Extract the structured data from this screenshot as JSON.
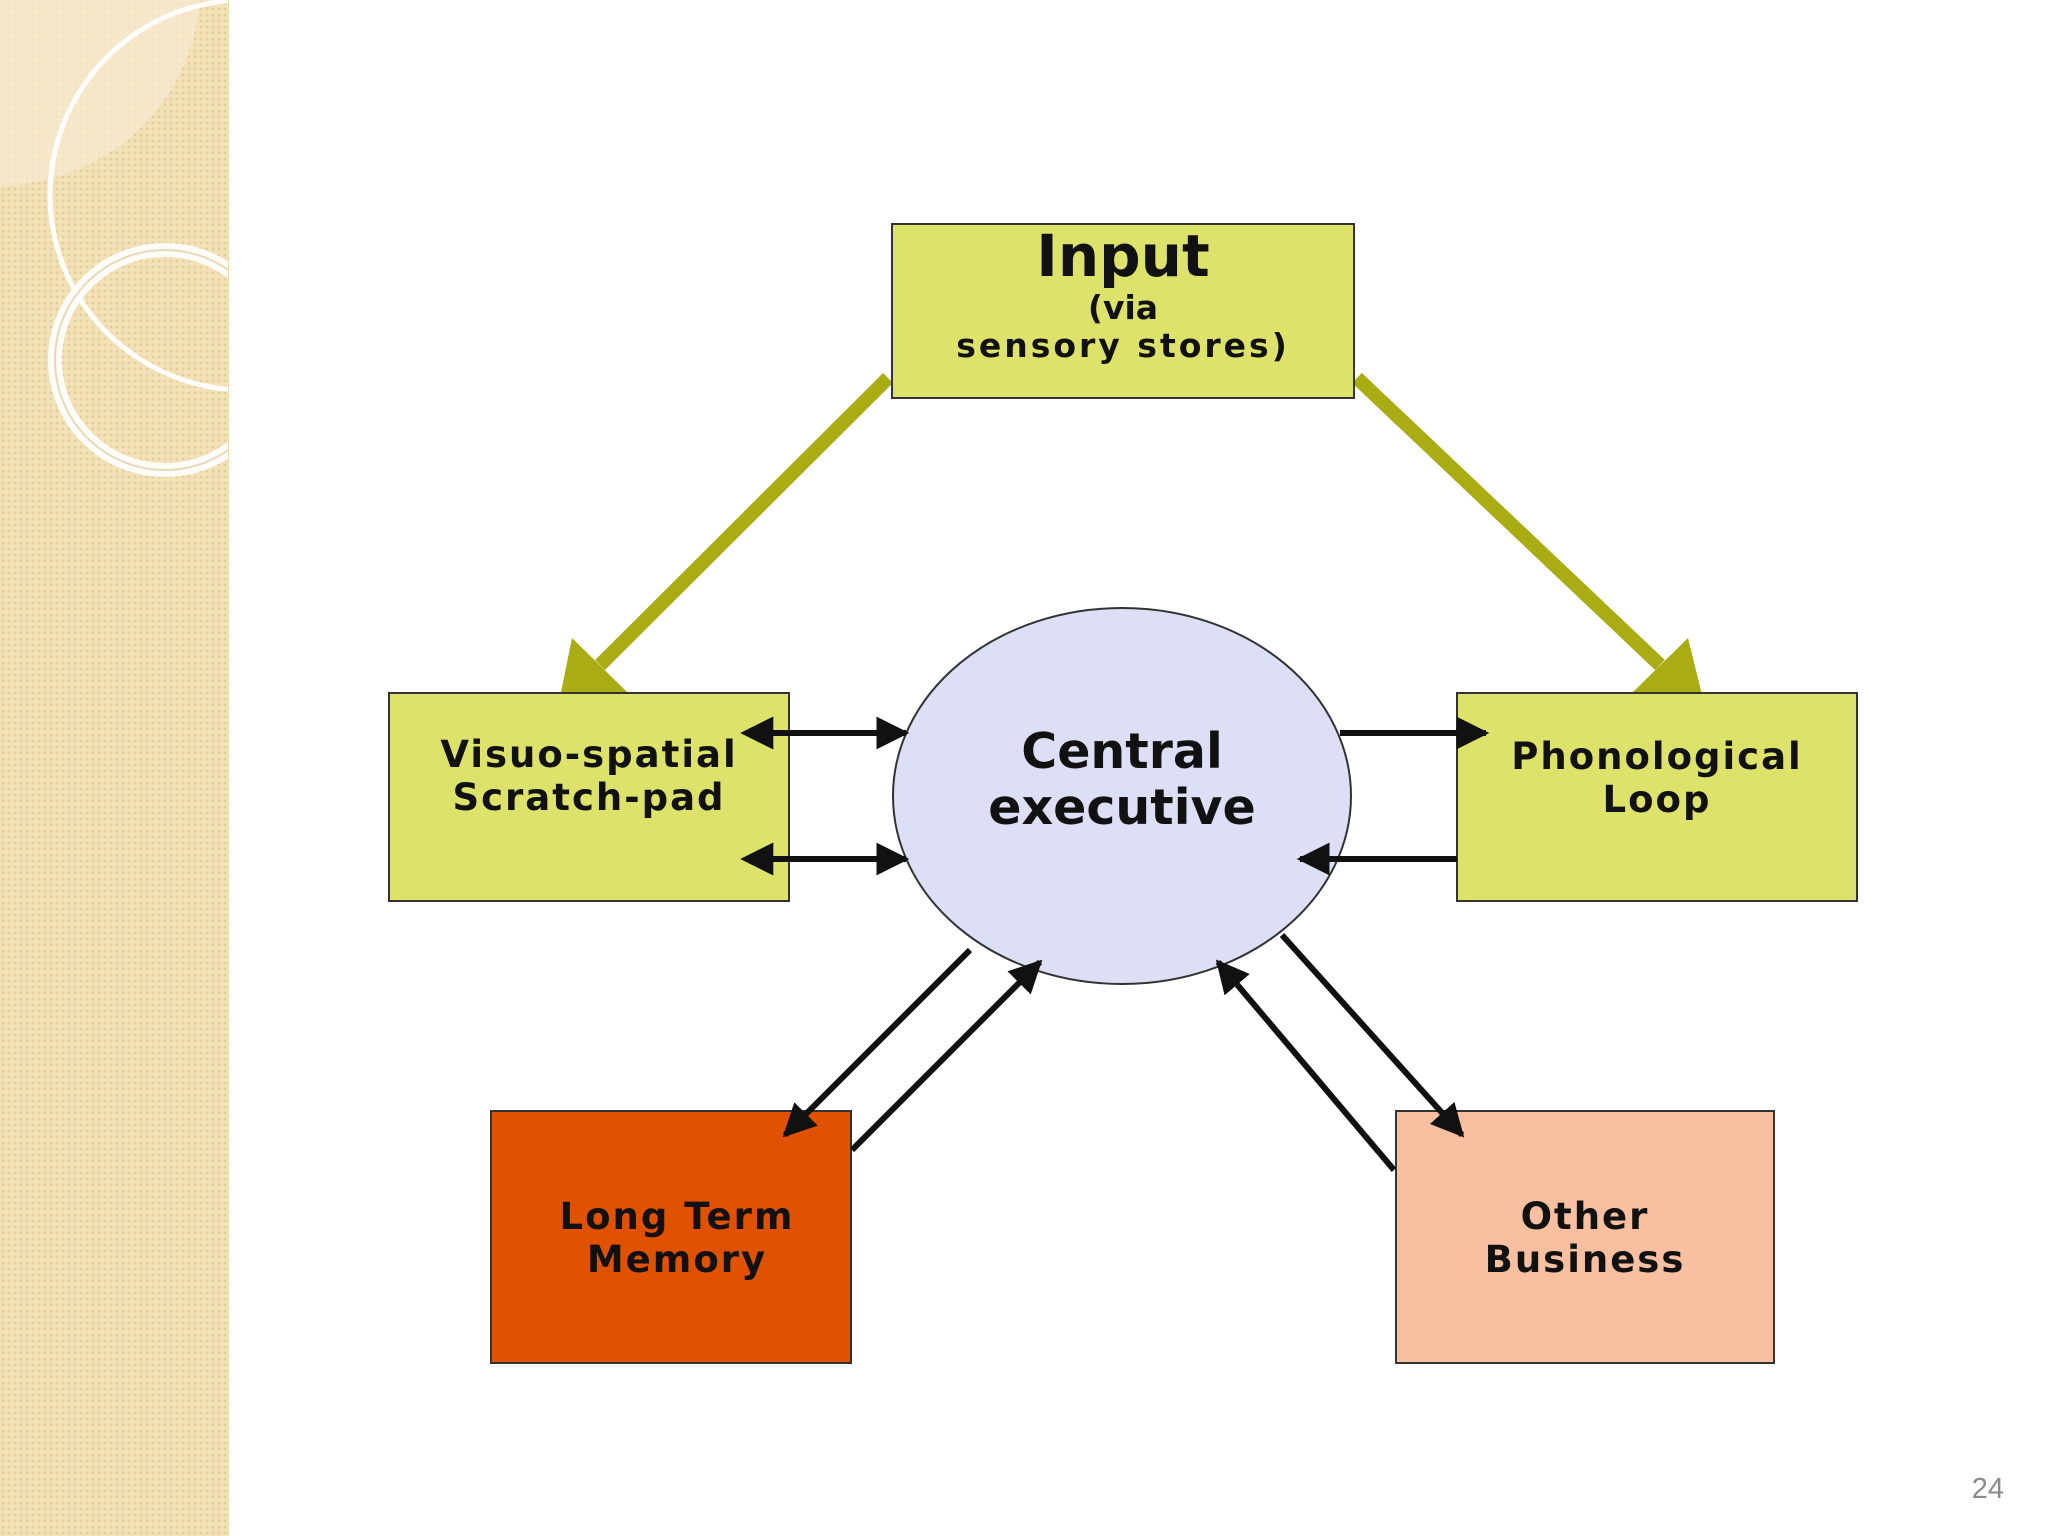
{
  "diagram": {
    "input": {
      "title": "Input",
      "line2": "(via",
      "line3": "sensory stores)"
    },
    "visuo": {
      "line1": "Visuo-spatial",
      "line2": "Scratch-pad"
    },
    "central": {
      "line1": "Central",
      "line2": "executive"
    },
    "phono": {
      "line1": "Phonological",
      "line2": "Loop"
    },
    "ltm": {
      "line1": "Long Term",
      "line2": "Memory"
    },
    "other": {
      "line1": "Other",
      "line2": "Business"
    }
  },
  "colors": {
    "yellow_box": "#dde26a",
    "ltm_box": "#e05100",
    "other_box": "#f8bfa0",
    "central_ellipse": "#dcdff5",
    "olive_arrow": "#a9ad13",
    "sidebar": "#f3e2b8"
  },
  "slide": {
    "page_number": "24"
  }
}
